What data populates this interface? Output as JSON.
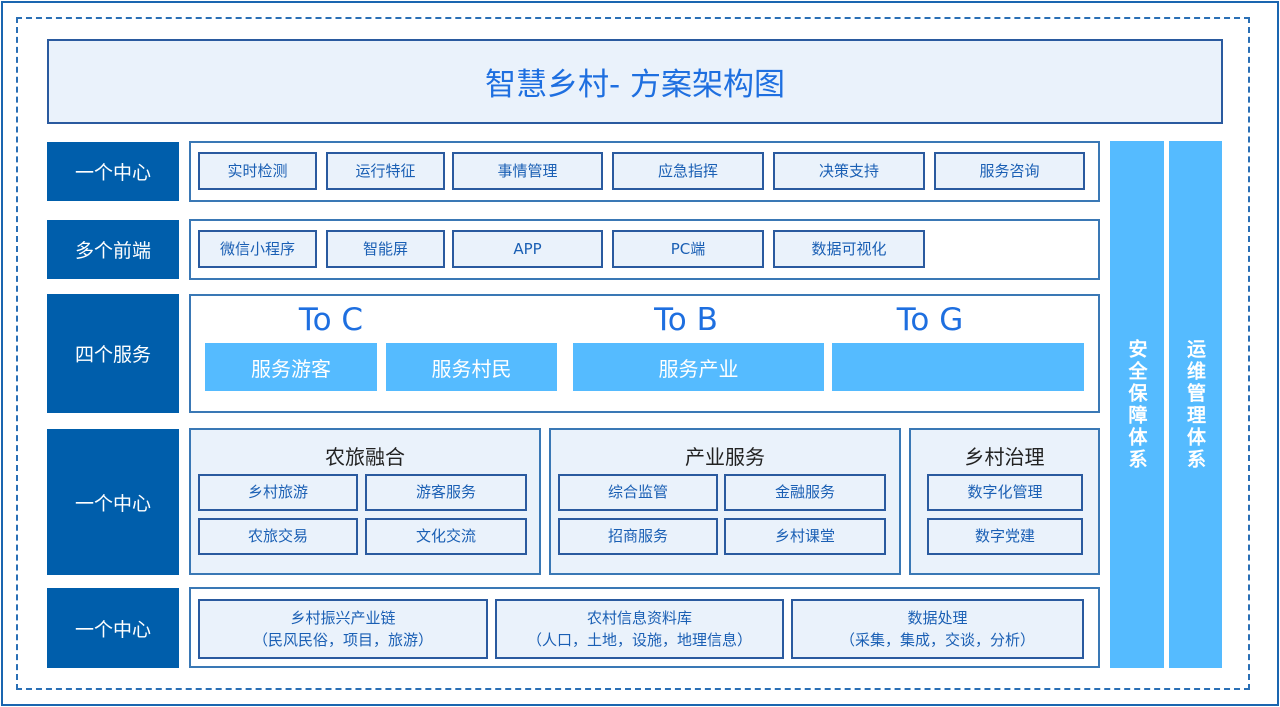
{
  "title": "智慧乡村- 方案架构图",
  "rows": {
    "r1": {
      "label": "一个中心",
      "items": [
        "实时检测",
        "运行特征",
        "事情管理",
        "应急指挥",
        "决策支持",
        "服务咨询"
      ]
    },
    "r2": {
      "label": "多个前端",
      "items": [
        "微信小程序",
        "智能屏",
        "APP",
        "PC端",
        "数据可视化"
      ]
    },
    "r3": {
      "label": "四个服务",
      "targets": [
        "To C",
        "To B",
        "To G"
      ],
      "bars": [
        "服务游客",
        "服务村民",
        "服务产业",
        ""
      ]
    },
    "r4": {
      "label": "一个中心",
      "groups": [
        {
          "title": "农旅融合",
          "items": [
            "乡村旅游",
            "游客服务",
            "农旅交易",
            "文化交流"
          ]
        },
        {
          "title": "产业服务",
          "items": [
            "综合监管",
            "金融服务",
            "招商服务",
            "乡村课堂"
          ]
        },
        {
          "title": "乡村治理",
          "items": [
            "数字化管理",
            "数字党建"
          ]
        }
      ]
    },
    "r5": {
      "label": "一个中心",
      "items": [
        {
          "line1": "乡村振兴产业链",
          "line2": "（民风民俗，项目，旅游）"
        },
        {
          "line1": "农村信息资料库",
          "line2": "（人口，土地，设施，地理信息）"
        },
        {
          "line1": "数据处理",
          "line2": "（采集，集成，交谈，分析）"
        }
      ]
    }
  },
  "side": [
    "安全保障体系",
    "运维管理体系"
  ]
}
